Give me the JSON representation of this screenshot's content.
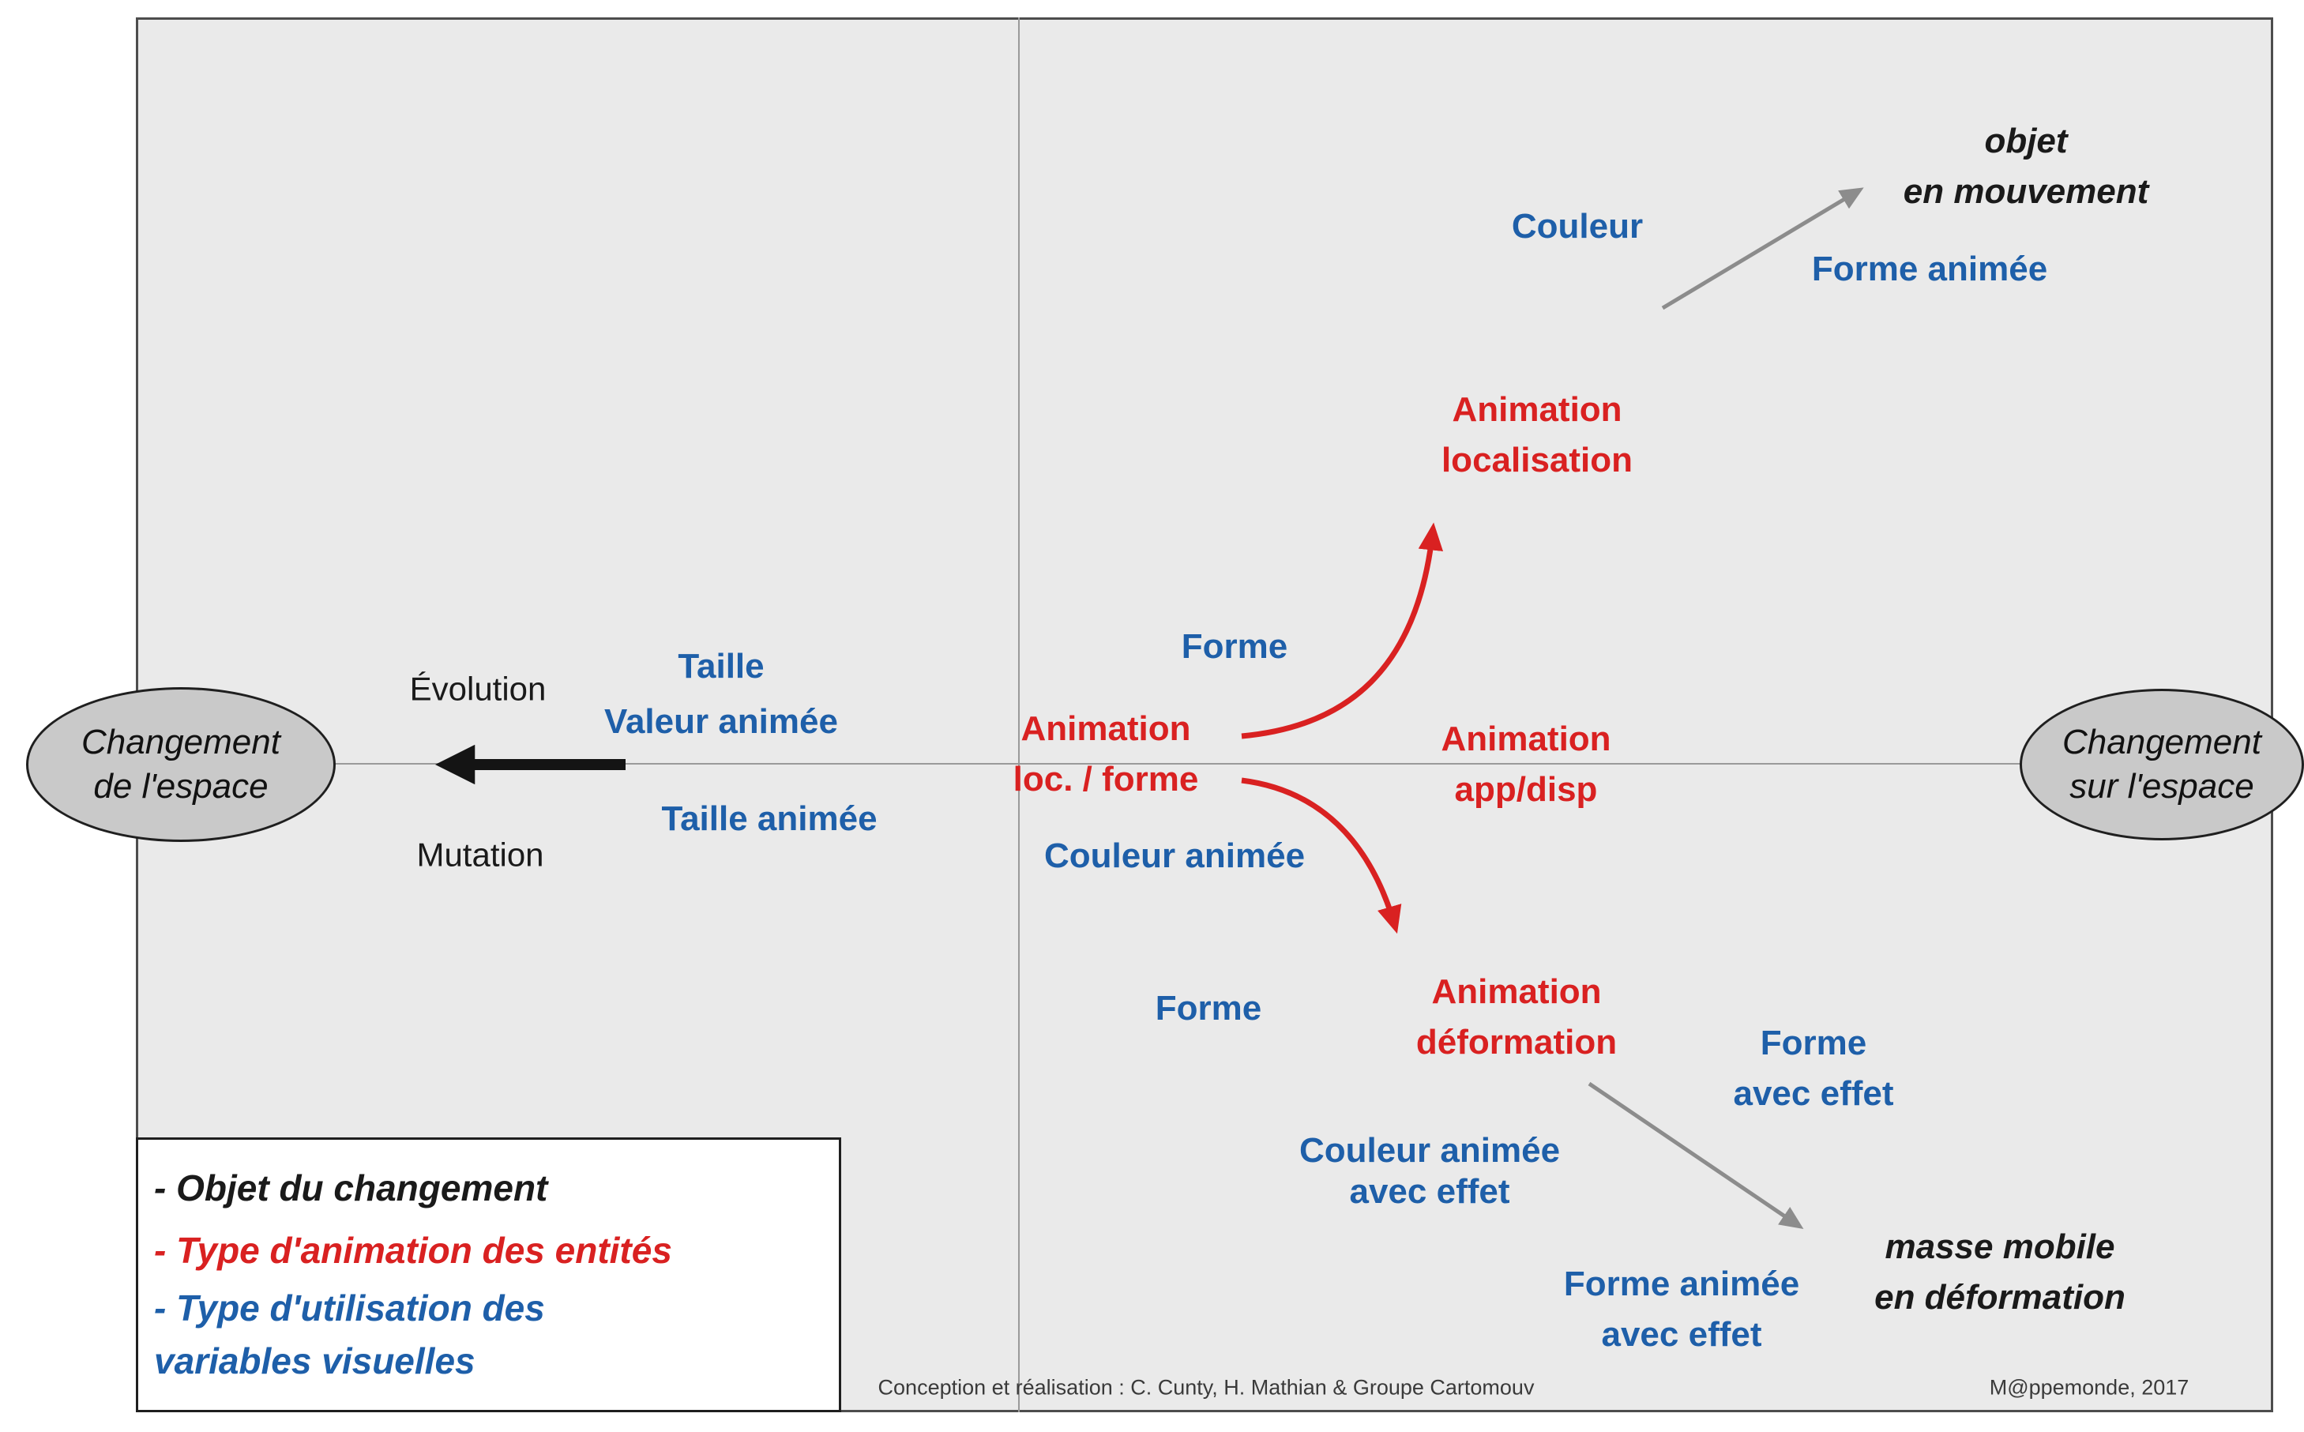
{
  "colors": {
    "blue": "#1e5fa9",
    "red": "#d92121",
    "black": "#1a1a1a",
    "arrow_gray": "#8c8c8c",
    "ellipse_fill": "#c9c9c9",
    "frame_bg": "#eaeaea"
  },
  "axis_ellipses": {
    "left": {
      "line1": "Changement",
      "line2": "de l'espace"
    },
    "right": {
      "line1": "Changement",
      "line2": "sur l'espace"
    }
  },
  "axis_labels": {
    "evolution": "Évolution",
    "mutation": "Mutation"
  },
  "labels": {
    "couleur": "Couleur",
    "objet_mouvement": {
      "line1": "objet",
      "line2": "en  mouvement"
    },
    "forme_animee": "Forme animée",
    "animation_localisation": {
      "line1": "Animation",
      "line2": "localisation"
    },
    "forme_haut": "Forme",
    "animation_loc_forme": {
      "line1": "Animation",
      "line2": "loc. / forme"
    },
    "animation_app_disp": {
      "line1": "Animation",
      "line2": "app/disp"
    },
    "couleur_animee": "Couleur animée",
    "taille": "Taille",
    "valeur_animee": "Valeur animée",
    "taille_animee": "Taille animée",
    "forme_bas": "Forme",
    "animation_deformation": {
      "line1": "Animation",
      "line2": "déformation"
    },
    "forme_avec_effet": {
      "line1": "Forme",
      "line2": "avec effet"
    },
    "couleur_animee_avec_effet": {
      "line1": "Couleur animée",
      "line2": "avec effet"
    },
    "forme_animee_avec_effet": {
      "line1": "Forme animée",
      "line2": "avec effet"
    },
    "masse_mobile": {
      "line1": "masse mobile",
      "line2": "en déformation"
    }
  },
  "legend": {
    "objet_du_changement": "- Objet du changement",
    "type_animation": "- Type d'animation des entités",
    "type_utilisation_line1": "- Type d'utilisation des",
    "type_utilisation_line2": "variables visuelles"
  },
  "footer": {
    "credits": "Conception et réalisation : C. Cunty, H. Mathian & Groupe Cartomouv",
    "source": "M@ppemonde, 2017"
  }
}
